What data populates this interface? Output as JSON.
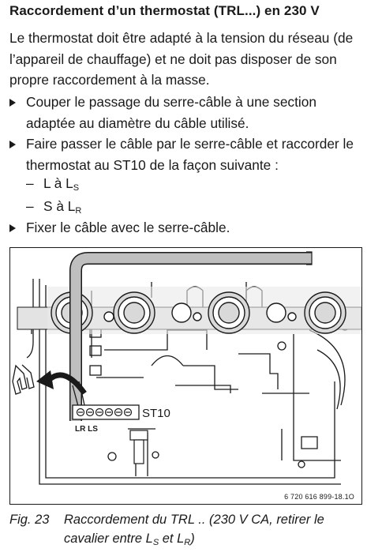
{
  "heading": "Raccordement d’un thermostat (TRL...) en 230 V",
  "intro": "Le thermostat doit être adapté à la tension du réseau (de l’appareil de chauffage) et ne doit pas disposer de son propre raccordement à la masse.",
  "steps": [
    "Couper le passage du serre-câble à une section adaptée au diamètre du câble utilisé.",
    "Faire passer le câble par le serre-câble et raccorder le thermostat au ST10 de la façon suivante :",
    "Fixer le câble avec le serre-câble."
  ],
  "connections": [
    {
      "from": "L à L",
      "sub": "S"
    },
    {
      "from": "S à L",
      "sub": "R"
    }
  ],
  "figure": {
    "connector_label": "ST10",
    "terminal_labels": "LR LS",
    "code": "6 720 616 899-18.1O"
  },
  "caption": {
    "label": "Fig. 23",
    "text_before": "Raccordement du TRL .. (230 V CA, retirer le cavalier entre L",
    "sub1": "S",
    "middle": " et L",
    "sub2": "R",
    "end": ")"
  }
}
